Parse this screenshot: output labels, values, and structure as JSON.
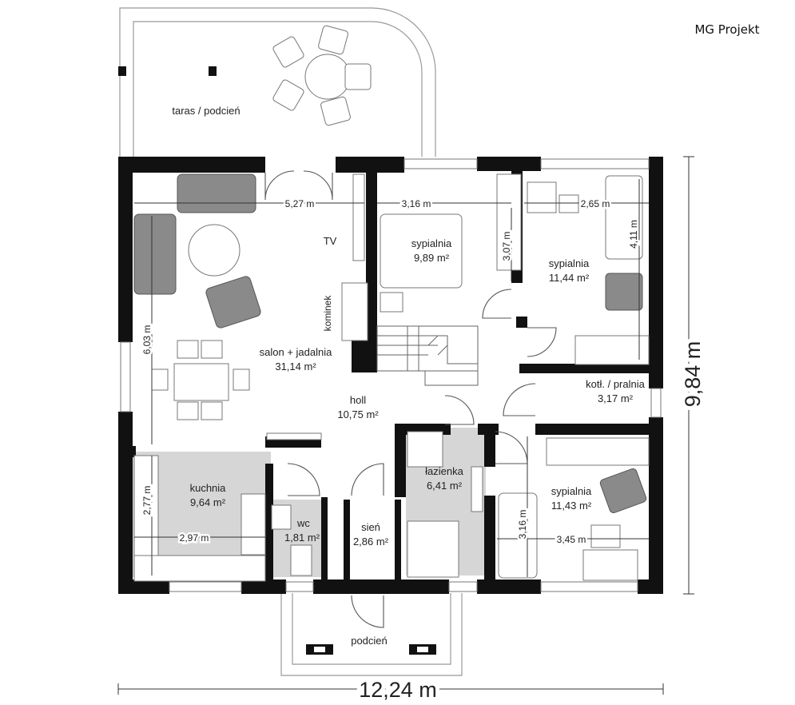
{
  "brand": "MG Projekt",
  "overall": {
    "width": "12,24 m",
    "depth": "9,84 m"
  },
  "rooms": {
    "terrace": "taras / podcień",
    "living": "salon + jadalnia",
    "living_area": "31,14 m²",
    "bed1": "sypialnia",
    "bed1_area": "9,89 m²",
    "bed2": "sypialnia",
    "bed2_area": "11,44 m²",
    "bed3": "sypialnia",
    "bed3_area": "11,43 m²",
    "hall": "holl",
    "hall_area": "10,75 m²",
    "boiler": "kotł. / pralnia",
    "boiler_area": "3,17 m²",
    "bath": "łazienka",
    "bath_area": "6,41 m²",
    "kitchen": "kuchnia",
    "kitchen_area": "9,64 m²",
    "wc": "wc",
    "wc_area": "1,81 m²",
    "vestibule": "sień",
    "vestibule_area": "2,86 m²",
    "porch": "podcień"
  },
  "labels": {
    "tv": "TV",
    "fireplace": "kominek"
  },
  "dims": {
    "living_w": "5,27 m",
    "living_d": "6,03 m",
    "bed1_w": "3,16 m",
    "bed1_d": "3,07 m",
    "bed2_w": "2,65 m",
    "bed2_d": "4,11 m",
    "kitchen_w": "2,97 m",
    "kitchen_d": "2,77 m",
    "bed3_w": "3,45 m",
    "bed3_d": "3,16 m"
  },
  "colors": {
    "wall": "#111111",
    "furniture": "#8a8a8a",
    "floor_shade": "#d6d6d6"
  }
}
